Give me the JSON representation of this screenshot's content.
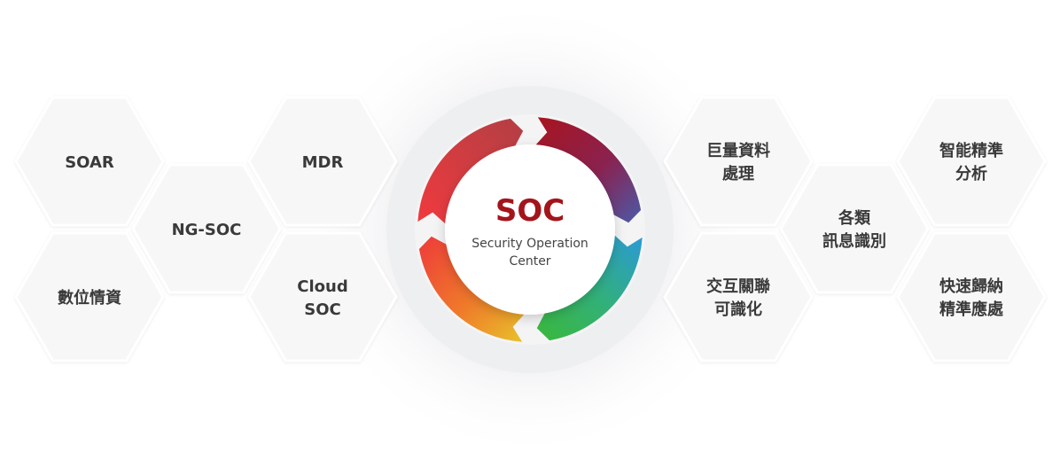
{
  "center": {
    "title": "SOC",
    "subtitle_line1": "Security Operation",
    "subtitle_line2": "Center"
  },
  "left_hexes": [
    {
      "id": "soar",
      "lines": [
        "SOAR"
      ]
    },
    {
      "id": "digital-intel",
      "lines": [
        "數位情資"
      ]
    },
    {
      "id": "ng-soc",
      "lines": [
        "NG-SOC"
      ]
    },
    {
      "id": "mdr",
      "lines": [
        "MDR"
      ]
    },
    {
      "id": "cloud-soc",
      "lines": [
        "Cloud",
        "SOC"
      ]
    }
  ],
  "right_hexes": [
    {
      "id": "big-data",
      "lines": [
        "巨量資料",
        "處理"
      ]
    },
    {
      "id": "interaction",
      "lines": [
        "交互關聯",
        "可識化"
      ]
    },
    {
      "id": "classify",
      "lines": [
        "各類",
        "訊息識別"
      ]
    },
    {
      "id": "smart-analysis",
      "lines": [
        "智能精準",
        "分析"
      ]
    },
    {
      "id": "fast-summary",
      "lines": [
        "快速歸納",
        "精準應處"
      ]
    }
  ],
  "colors": {
    "hex_fill": "#f7f7f7",
    "hex_text": "#3a3a3a",
    "soc_red": "#a3141b",
    "ring_red": "#e8363c",
    "ring_darkred": "#a8141e",
    "ring_blue": "#4a5aa8",
    "ring_cyan": "#2a9ad6",
    "ring_green": "#3ab83a",
    "ring_yellow": "#e8c22a"
  }
}
